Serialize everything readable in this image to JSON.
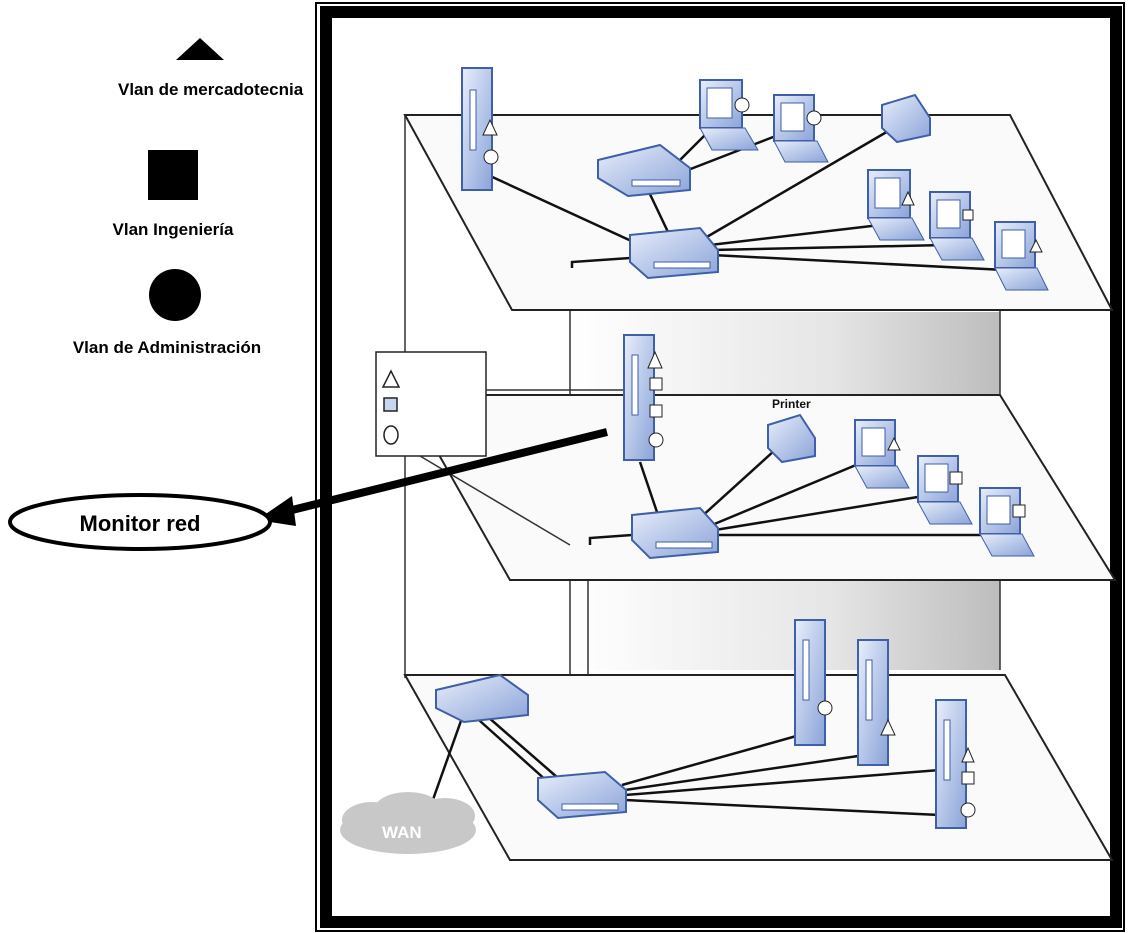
{
  "legend": {
    "items": [
      {
        "shape": "triangle",
        "label": "Vlan de mercadotecnia"
      },
      {
        "shape": "square",
        "label": "Vlan Ingeniería"
      },
      {
        "shape": "circle",
        "label": "Vlan de Administración"
      }
    ]
  },
  "callout": {
    "label": "Monitor red"
  },
  "diagram": {
    "printer_label": "Printer",
    "wan_label": "WAN"
  },
  "colors": {
    "device_blue": "#6a86c8",
    "device_light": "#c9d6f2",
    "floor": "#f7f7f7",
    "cloud": "#c8c8c8"
  }
}
